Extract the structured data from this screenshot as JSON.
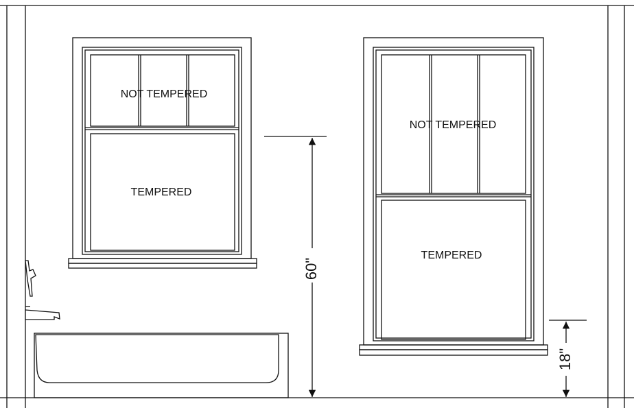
{
  "window_left": {
    "upper_sash_label": "NOT TEMPERED",
    "lower_sash_label": "TEMPERED"
  },
  "window_right": {
    "upper_sash_label": "NOT TEMPERED",
    "lower_sash_label": "TEMPERED"
  },
  "dimensions": {
    "left_height": "60\"",
    "right_height": "18\""
  },
  "colors": {
    "line": "#111111",
    "background": "#ffffff"
  }
}
